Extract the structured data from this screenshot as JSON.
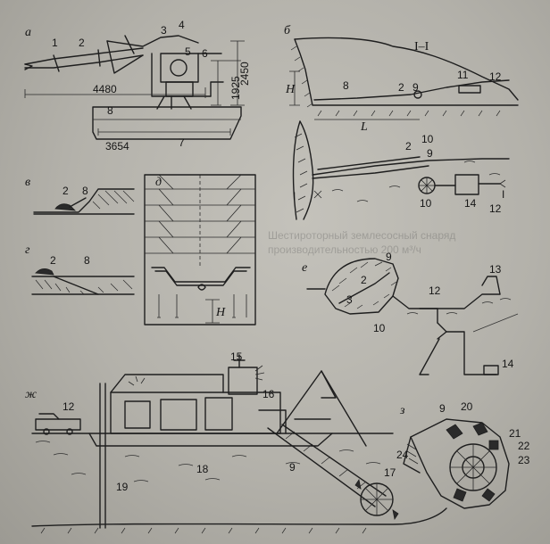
{
  "panels": {
    "a": {
      "letter": "а",
      "parts": [
        "1",
        "2",
        "3",
        "4",
        "5",
        "6",
        "7",
        "8"
      ],
      "dims": {
        "length": "4480",
        "hull": "3654",
        "h1": "1925",
        "h2": "2450"
      }
    },
    "b": {
      "letter": "б",
      "section": "I–I",
      "H": "H",
      "L": "L",
      "parts": [
        "8",
        "2",
        "9",
        "11",
        "12",
        "2",
        "9",
        "10",
        "10",
        "14",
        "12"
      ],
      "sec_left": "I",
      "sec_right": "I"
    },
    "v": {
      "letter": "в",
      "parts": [
        "2",
        "8"
      ]
    },
    "g": {
      "letter": "г",
      "parts": [
        "2",
        "8"
      ]
    },
    "d": {
      "letter": "д",
      "h": "H"
    },
    "e": {
      "letter": "е",
      "parts": [
        "9",
        "2",
        "3",
        "10",
        "12",
        "13",
        "14"
      ]
    },
    "zh": {
      "letter": "ж",
      "parts": [
        "12",
        "15",
        "16",
        "18",
        "19",
        "9",
        "17"
      ]
    },
    "z": {
      "letter": "з",
      "parts": [
        "9",
        "20",
        "21",
        "22",
        "23",
        "24"
      ]
    }
  },
  "background_text": {
    "line1": "Шестироторный землесосный снаряд",
    "line2": "производительностью 200 м³/ч"
  }
}
